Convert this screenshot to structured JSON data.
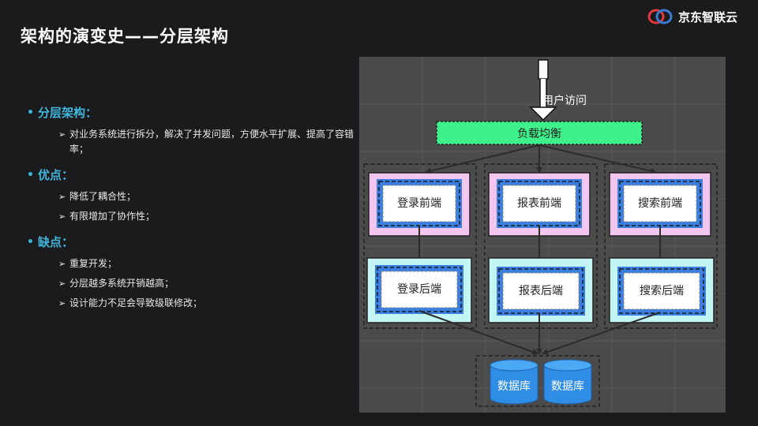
{
  "slide": {
    "title": "架构的演变史——分层架构"
  },
  "brand": {
    "name": "京东智联云",
    "logo_icon": "jd-cloud-logo-icon",
    "colors": [
      "#e3383f",
      "#3a7bd5"
    ]
  },
  "bullets": [
    {
      "heading": "分层架构：",
      "items": [
        "对业务系统进行拆分，解决了并发问题，方便水平扩展、提高了容错率；"
      ]
    },
    {
      "heading": "优点：",
      "items": [
        "降低了耦合性；",
        "有限增加了协作性；"
      ]
    },
    {
      "heading": "缺点：",
      "items": [
        "重复开发；",
        "分层越多系统开销越高；",
        "设计能力不足会导致级联修改；"
      ]
    }
  ],
  "diagram": {
    "entry_label": "用户访问",
    "load_balancer": "负载均衡",
    "columns": [
      {
        "frontend": "登录前端",
        "backend": "登录后端"
      },
      {
        "frontend": "报表前端",
        "backend": "报表后端"
      },
      {
        "frontend": "搜索前端",
        "backend": "搜索后端"
      }
    ],
    "databases": [
      "数据库",
      "数据库"
    ],
    "colors": {
      "background": "#4b4b4b",
      "load_balancer": "#3ff18a",
      "frontend_layer": "#f2c6ee",
      "backend_layer": "#c4f5f5",
      "inner_box": "#3d7fe0",
      "database": "#2f8de6"
    }
  }
}
